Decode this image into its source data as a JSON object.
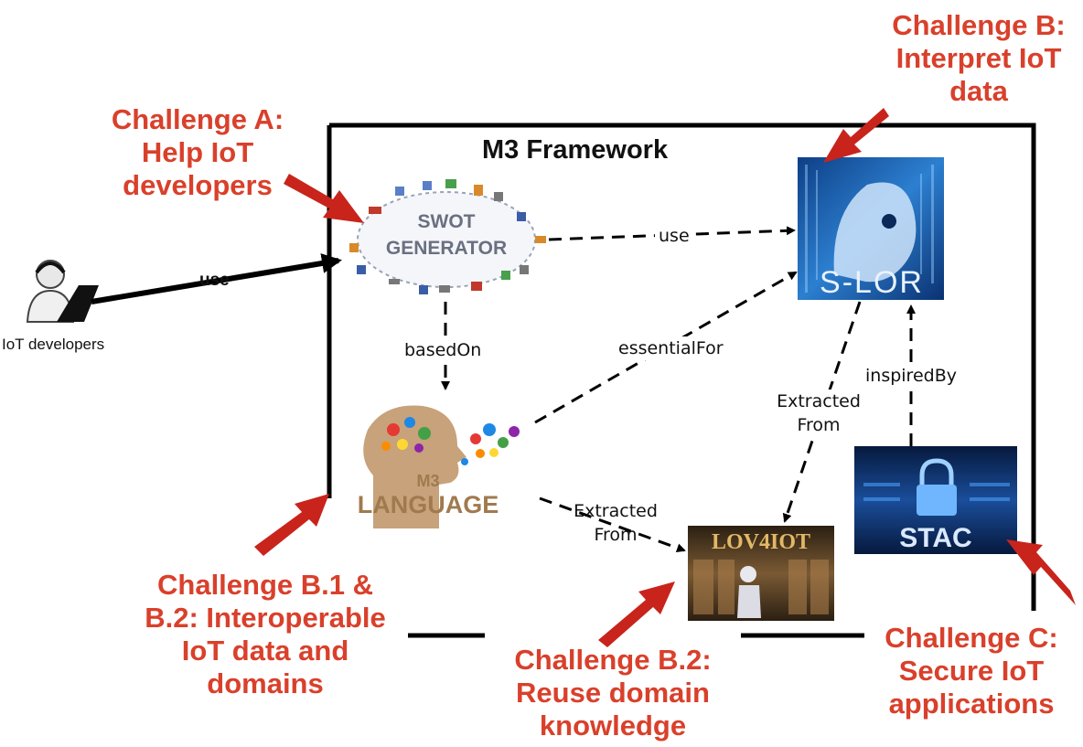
{
  "framework": {
    "title": "M3 Framework"
  },
  "challenges": {
    "a": "Challenge A:\nHelp IoT\ndevelopers",
    "b": "Challenge B:\nInterpret IoT\ndata",
    "b12": "Challenge B.1 &\nB.2: Interoperable\nIoT data and\ndomains",
    "b2": "Challenge B.2:\nReuse domain\nknowledge",
    "c": "Challenge C:\nSecure IoT\napplications"
  },
  "nodes": {
    "developers": "IoT developers",
    "swot_line1": "SWOT",
    "swot_line2": "GENERATOR",
    "slor": "S-LOR",
    "m3_line1": "M3",
    "m3_line2": "LANGUAGE",
    "lov4iot": "LOV4IOT",
    "stac": "STAC"
  },
  "edges": {
    "dev_use": "use",
    "swot_use": "use",
    "based_on": "basedOn",
    "essential_for": "essentialFor",
    "extracted_from_m3": "Extracted\nFrom",
    "extracted_from_slor": "Extracted\nFrom",
    "inspired_by": "inspiredBy"
  },
  "colors": {
    "challenge_text": "#d9402b",
    "arrow_red": "#c8241c",
    "frame": "#000000",
    "slor_bg": "#1a5fae",
    "stac_bg": "#0b2a55",
    "lov_bg": "#3a2a18"
  }
}
